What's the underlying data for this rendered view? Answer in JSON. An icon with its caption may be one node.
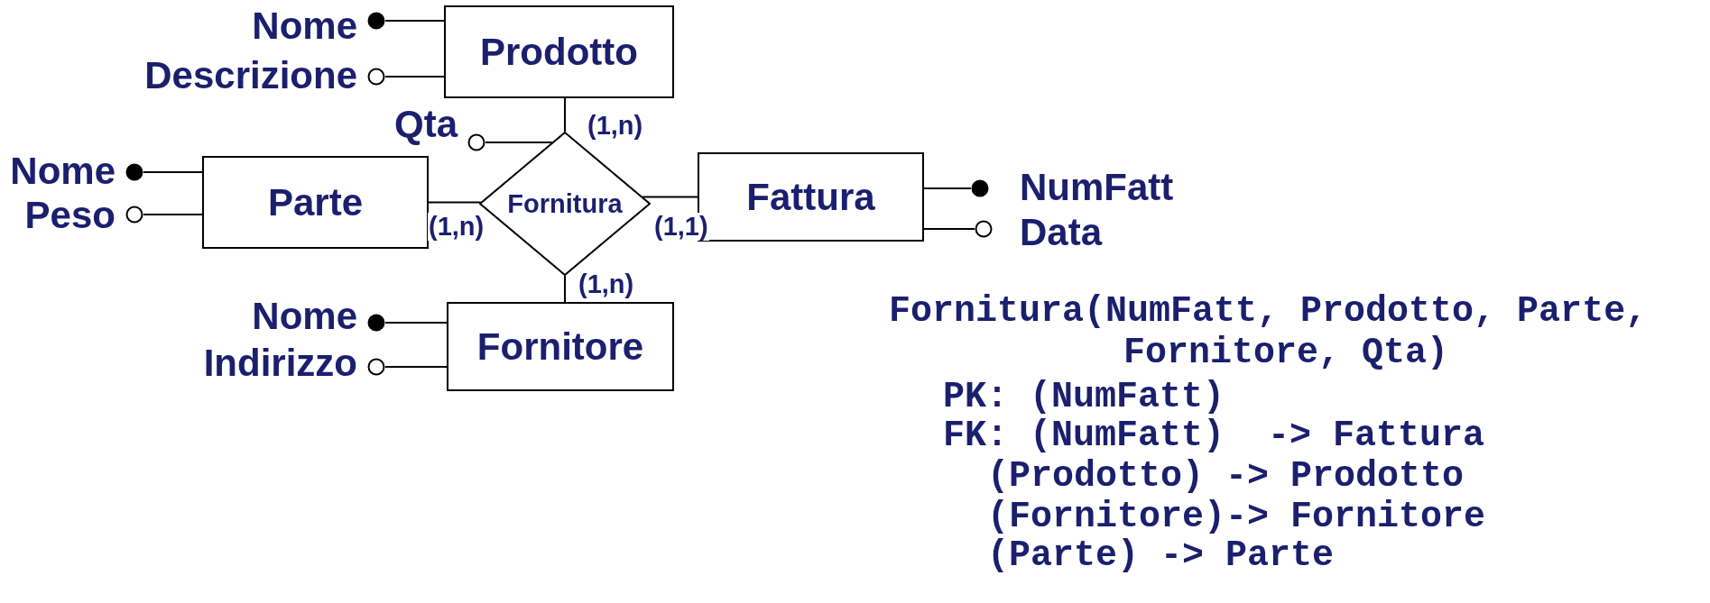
{
  "diagram": {
    "nodes": [
      {
        "text": [
          "Prodotto"
        ]
      },
      {
        "text": [
          "Parte"
        ]
      },
      {
        "text": [
          "Fattura"
        ]
      },
      {
        "text": [
          "Fornitore"
        ]
      },
      {
        "text": [
          "Fornitura"
        ]
      },
      {
        "text": [],
        "shape": "dot",
        "beside": [
          "Nome"
        ]
      },
      {
        "text": [],
        "shape": "circle",
        "beside": [
          "Descrizione"
        ]
      },
      {
        "text": [],
        "shape": "circle",
        "beside": [
          "Qta"
        ]
      },
      {
        "text": [],
        "shape": "dot",
        "beside": [
          "Nome"
        ]
      },
      {
        "text": [],
        "shape": "circle",
        "beside": [
          "Peso"
        ]
      },
      {
        "text": [],
        "shape": "dot",
        "beside": [
          "NumFatt"
        ]
      },
      {
        "text": [],
        "shape": "circle",
        "beside": [
          "Data"
        ]
      },
      {
        "text": [],
        "shape": "dot",
        "beside": [
          "Nome"
        ]
      },
      {
        "text": [],
        "shape": "circle",
        "beside": [
          "Indirizzo"
        ]
      }
    ],
    "edges": [
      {
        "from": 0,
        "to": 4,
        "arrow": "none",
        "label": "(1,n)"
      },
      {
        "from": 1,
        "to": 4,
        "arrow": "none",
        "label": "(1,n)"
      },
      {
        "from": 4,
        "to": 2,
        "arrow": "none",
        "label": "(1,1)"
      },
      {
        "from": 4,
        "to": 3,
        "arrow": "none",
        "label": "(1,n)"
      },
      {
        "from": 5,
        "to": 0,
        "arrow": "none"
      },
      {
        "from": 6,
        "to": 0,
        "arrow": "none"
      },
      {
        "from": 7,
        "to": 4,
        "arrow": "none"
      },
      {
        "from": 8,
        "to": 1,
        "arrow": "none"
      },
      {
        "from": 9,
        "to": 1,
        "arrow": "none"
      },
      {
        "from": 2,
        "to": 10,
        "arrow": "none"
      },
      {
        "from": 2,
        "to": 11,
        "arrow": "none"
      },
      {
        "from": 12,
        "to": 3,
        "arrow": "none"
      },
      {
        "from": 13,
        "to": 3,
        "arrow": "none"
      }
    ],
    "labels": [
      "Fornitura(NumFatt, Prodotto, Parte,",
      "Fornitore, Qta)",
      "PK: (NumFatt)",
      "FK: (NumFatt)  -> Fattura",
      "(Prodotto) -> Prodotto",
      "(Fornitore)-> Fornitore",
      "(Parte) -> Parte"
    ]
  }
}
